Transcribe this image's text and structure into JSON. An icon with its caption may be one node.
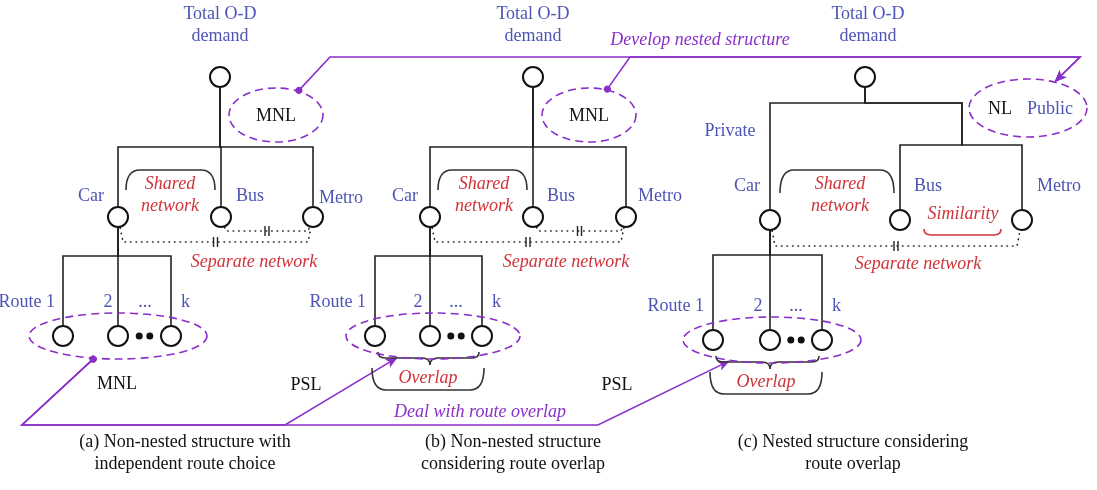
{
  "diagram": {
    "nodes": [
      {
        "text": [],
        "shape": "circle",
        "beside": [
          "Total O-D demand"
        ]
      },
      {
        "text": [
          "MNL"
        ]
      },
      {
        "text": [],
        "shape": "circle",
        "beside": [
          "Car"
        ]
      },
      {
        "text": [],
        "shape": "circle",
        "beside": [
          "Bus"
        ]
      },
      {
        "text": [],
        "shape": "circle",
        "beside": [
          "Metro"
        ]
      },
      {
        "text": [],
        "shape": "ellipse",
        "beside": [
          "MNL"
        ]
      },
      {
        "text": [],
        "shape": "circle",
        "in": 5
      },
      {
        "text": [],
        "shape": "circle",
        "in": 5
      },
      {
        "text": [],
        "shape": "circle",
        "in": 5
      },
      {
        "text": [],
        "shape": "circle",
        "beside": [
          "Total O-D demand"
        ]
      },
      {
        "text": [
          "MNL"
        ]
      },
      {
        "text": [],
        "shape": "circle",
        "beside": [
          "Car"
        ]
      },
      {
        "text": [],
        "shape": "circle",
        "beside": [
          "Bus"
        ]
      },
      {
        "text": [],
        "shape": "circle",
        "beside": [
          "Metro"
        ]
      },
      {
        "text": [],
        "shape": "ellipse",
        "beside": [
          "PSL"
        ]
      },
      {
        "text": [],
        "shape": "circle",
        "in": 14
      },
      {
        "text": [],
        "shape": "circle",
        "in": 14
      },
      {
        "text": [],
        "shape": "circle",
        "in": 14
      },
      {
        "text": [],
        "shape": "circle",
        "beside": [
          "Total O-D demand"
        ]
      },
      {
        "text": [
          "NL",
          "Public"
        ]
      },
      {
        "text": [],
        "shape": "circle",
        "beside": [
          "Car"
        ]
      },
      {
        "text": [],
        "shape": "circle",
        "beside": [
          "Bus"
        ]
      },
      {
        "text": [],
        "shape": "circle",
        "beside": [
          "Metro"
        ]
      },
      {
        "text": [],
        "shape": "ellipse",
        "beside": [
          "PSL"
        ]
      },
      {
        "text": [],
        "shape": "circle",
        "in": 23
      },
      {
        "text": [],
        "shape": "circle",
        "in": 23
      },
      {
        "text": [],
        "shape": "circle",
        "in": 23
      }
    ],
    "edges": [
      {
        "from": 0,
        "to": 2,
        "arrow": "none"
      },
      {
        "from": 0,
        "to": 3,
        "arrow": "none"
      },
      {
        "from": 0,
        "to": 4,
        "arrow": "none"
      },
      {
        "from": 2,
        "to": 6,
        "arrow": "none"
      },
      {
        "from": 2,
        "to": 7,
        "arrow": "none"
      },
      {
        "from": 2,
        "to": 8,
        "arrow": "none"
      },
      {
        "from": 3,
        "to": 4,
        "arrow": "none",
        "style": "dashed"
      },
      {
        "from": 2,
        "to": 4,
        "arrow": "none",
        "style": "dashed",
        "label": "Separate network"
      },
      {
        "from": 9,
        "to": 11,
        "arrow": "none"
      },
      {
        "from": 9,
        "to": 12,
        "arrow": "none"
      },
      {
        "from": 9,
        "to": 13,
        "arrow": "none"
      },
      {
        "from": 11,
        "to": 15,
        "arrow": "none"
      },
      {
        "from": 11,
        "to": 16,
        "arrow": "none"
      },
      {
        "from": 11,
        "to": 17,
        "arrow": "none"
      },
      {
        "from": 12,
        "to": 13,
        "arrow": "none",
        "style": "dashed"
      },
      {
        "from": 11,
        "to": 13,
        "arrow": "none",
        "style": "dashed",
        "label": "Separate network"
      },
      {
        "from": 18,
        "to": 20,
        "arrow": "none"
      },
      {
        "from": 18,
        "to": 21,
        "arrow": "none"
      },
      {
        "from": 18,
        "to": 22,
        "arrow": "none"
      },
      {
        "from": 20,
        "to": 24,
        "arrow": "none"
      },
      {
        "from": 20,
        "to": 25,
        "arrow": "none"
      },
      {
        "from": 20,
        "to": 26,
        "arrow": "none"
      },
      {
        "from": 20,
        "to": 22,
        "arrow": "none",
        "style": "dashed",
        "label": "Separate network"
      },
      {
        "from": 1,
        "to": 19,
        "arrow": "to",
        "color": "#8a2fc9",
        "label": "Develop nested structure"
      },
      {
        "from": 10,
        "to": 19,
        "arrow": "to",
        "color": "#8a2fc9"
      },
      {
        "from": 5,
        "to": 14,
        "arrow": "to",
        "color": "#8a2fc9"
      },
      {
        "from": 5,
        "to": 23,
        "arrow": "to",
        "color": "#8a2fc9",
        "label": "Deal with route overlap"
      }
    ],
    "labels": [
      "Shared network",
      "...",
      "(a) Non-nested structure with independent route choice",
      "Shared network",
      "...",
      "Overlap",
      "(b) Non-nested structure considering route overlap",
      "Private",
      "Shared network",
      "Similarity",
      "...",
      "Overlap",
      "(c) Nested structure considering route overlap",
      "Route 1",
      "2",
      "k",
      "Route 1",
      "2",
      "k",
      "Route 1",
      "2",
      "k"
    ]
  }
}
